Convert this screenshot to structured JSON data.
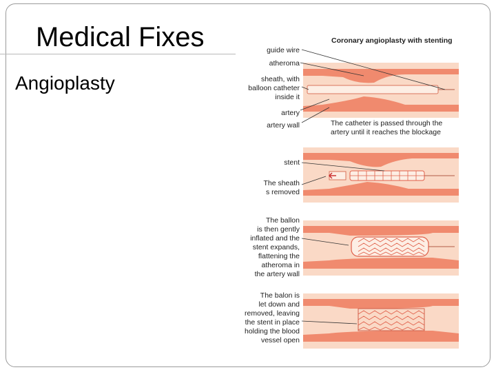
{
  "slide": {
    "title": "Medical Fixes",
    "bullet": "Angioplasty"
  },
  "figure": {
    "title": "Coronary angioplasty with stenting",
    "panel1": {
      "labels": [
        "guide wire",
        "atheroma",
        "sheath, with",
        "balloon catheter",
        "inside it",
        "artery",
        "artery wall"
      ],
      "caption": [
        "The catheter is passed through the",
        "artery until it reaches the blockage"
      ]
    },
    "panel2": {
      "labels": [
        "stent",
        "The sheath",
        "s removed"
      ]
    },
    "panel3": {
      "labels": [
        "The ballon",
        "is then gently",
        "inflated and the",
        "stent expands,",
        "flattening the",
        "atheroma in",
        "the artery wall"
      ]
    },
    "panel4": {
      "labels": [
        "The balon is",
        "let down and",
        "removed, leaving",
        "the stent in place",
        "holding the blood",
        "vessel open"
      ]
    }
  },
  "colors": {
    "artery_light": "#fad9c6",
    "artery_wall": "#f08a6e",
    "lumen": "#fdeee4",
    "stent": "#e0604a"
  }
}
